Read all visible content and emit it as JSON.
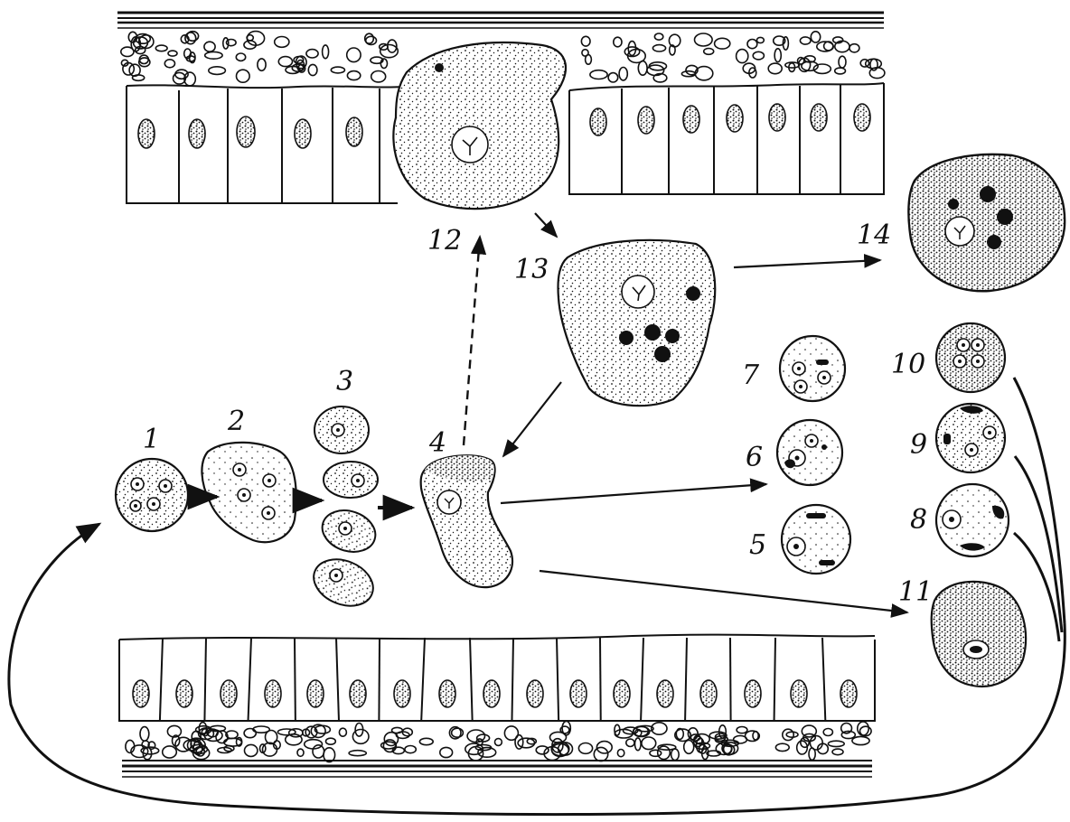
{
  "diagram": {
    "labels": {
      "stage_1": "1",
      "stage_2": "2",
      "stage_3": "3",
      "stage_4": "4",
      "stage_5": "5",
      "stage_6": "6",
      "stage_7": "7",
      "stage_8": "8",
      "stage_9": "9",
      "stage_10": "10",
      "stage_11": "11",
      "stage_12": "12",
      "stage_13": "13",
      "stage_14": "14"
    },
    "colors": {
      "ink": "#111111",
      "background": "#ffffff"
    }
  }
}
